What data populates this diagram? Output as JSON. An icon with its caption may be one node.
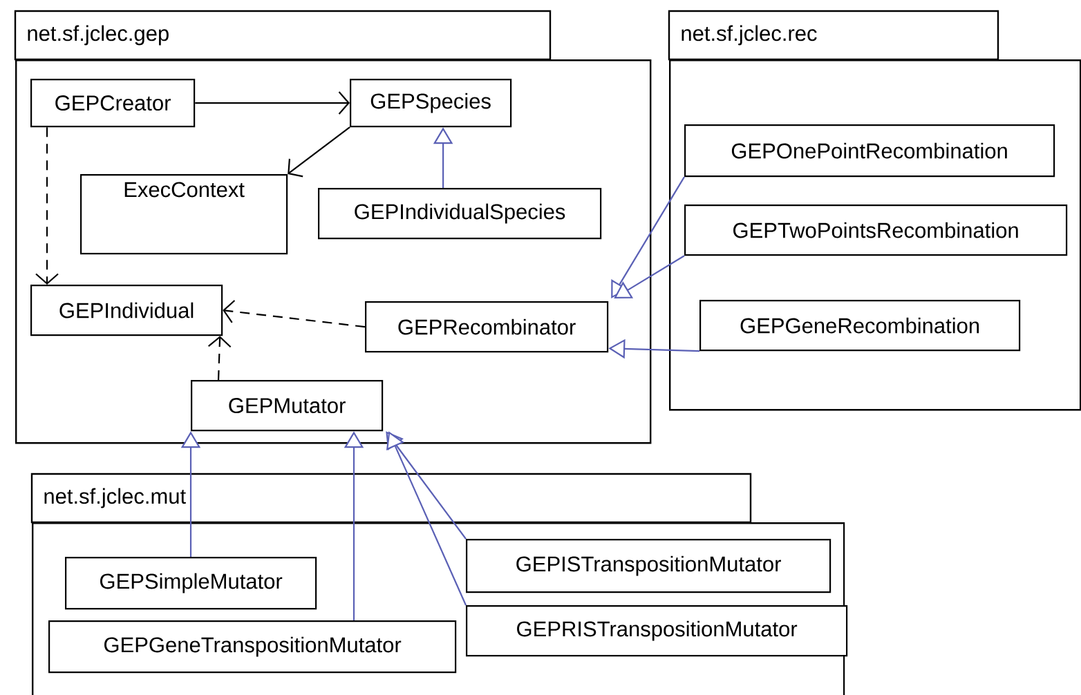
{
  "diagram": {
    "nodes": [
      {
        "text": [
          "net.sf.jclec.gep"
        ]
      },
      {
        "text": [
          "GEPCreator"
        ],
        "in": 0
      },
      {
        "text": [
          "GEPSpecies"
        ],
        "in": 0
      },
      {
        "text": [
          "ExecContext"
        ],
        "in": 0
      },
      {
        "text": [
          "GEPIndividualSpecies"
        ],
        "in": 0
      },
      {
        "text": [
          "GEPIndividual"
        ],
        "in": 0
      },
      {
        "text": [
          "GEPRecombinator"
        ],
        "in": 0
      },
      {
        "text": [
          "GEPMutator"
        ],
        "in": 0
      },
      {
        "text": [
          "net.sf.jclec.rec"
        ]
      },
      {
        "text": [
          "GEPOnePointRecombination"
        ],
        "in": 8
      },
      {
        "text": [
          "GEPTwoPointsRecombination"
        ],
        "in": 8
      },
      {
        "text": [
          "GEPGeneRecombination"
        ],
        "in": 8
      },
      {
        "text": [
          "net.sf.jclec.mut"
        ]
      },
      {
        "text": [
          "GEPSimpleMutator"
        ],
        "in": 12
      },
      {
        "text": [
          "GEPGeneTranspositionMutator"
        ],
        "in": 12
      },
      {
        "text": [
          "GEPISTranspositionMutator"
        ],
        "in": 12
      },
      {
        "text": [
          "GEPRISTranspositionMutator"
        ],
        "in": 12
      }
    ],
    "edges": [
      {
        "from": 1,
        "to": 2,
        "arrow": "to",
        "color": "#000000"
      },
      {
        "from": 2,
        "to": 3,
        "arrow": "to",
        "color": "#000000"
      },
      {
        "from": 1,
        "to": 5,
        "arrow": "to",
        "style": "dashed",
        "color": "#000000"
      },
      {
        "from": 6,
        "to": 5,
        "arrow": "to",
        "style": "dashed",
        "color": "#000000"
      },
      {
        "from": 7,
        "to": 5,
        "arrow": "to",
        "style": "dashed",
        "color": "#000000"
      },
      {
        "from": 4,
        "to": 2,
        "arrow": "to"
      },
      {
        "from": 9,
        "to": 6,
        "arrow": "to"
      },
      {
        "from": 10,
        "to": 6,
        "arrow": "to"
      },
      {
        "from": 11,
        "to": 6,
        "arrow": "to"
      },
      {
        "from": 13,
        "to": 7,
        "arrow": "to"
      },
      {
        "from": 14,
        "to": 7,
        "arrow": "to"
      },
      {
        "from": 15,
        "to": 7,
        "arrow": "to"
      },
      {
        "from": 16,
        "to": 7,
        "arrow": "to"
      }
    ]
  }
}
